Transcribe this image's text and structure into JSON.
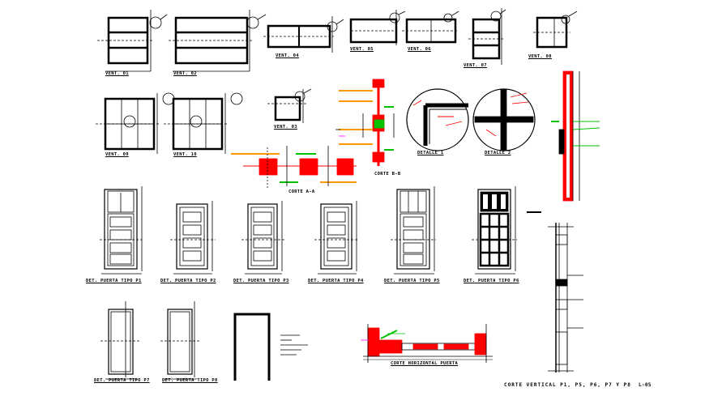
{
  "sheet": {
    "ventanas": {
      "v01": "VENT. 01",
      "v02": "VENT. 02",
      "v04": "VENT. 04",
      "v05": "VENT. 05",
      "v06": "VENT. 06",
      "v07": "VENT. 07",
      "v08": "VENT. 08",
      "v09": "VENT. 09",
      "v10": "VENT. 10",
      "v03": "VENT. 03"
    },
    "cortes": {
      "aa": "CORTE A-A",
      "bb": "CORTE B-B",
      "vertical": "CORTE VERTICAL P1, P5, P6, P7 Y P8",
      "horizontal": "CORTE HORIZONTAL PUERTA"
    },
    "detalles": {
      "d1": "DETALLE 1",
      "d2": "DETALLE 2"
    },
    "puertas": {
      "p1": "DET. PUERTA TIPO P1",
      "p2": "DET. PUERTA TIPO P2",
      "p3": "DET. PUERTA TIPO P3",
      "p4": "DET. PUERTA TIPO P4",
      "p5": "DET. PUERTA TIPO P5",
      "p6": "DET. PUERTA TIPO P6",
      "p7": "DET. PUERTA TIPO P7",
      "p8": "DET. PUERTA TIPO P8"
    },
    "sheet_code": "L-05",
    "colors": {
      "line": "#000000",
      "accent_red": "#ff0000",
      "accent_green": "#00c000",
      "accent_orange": "#ff9900",
      "accent_magenta": "#ff00ff"
    }
  }
}
